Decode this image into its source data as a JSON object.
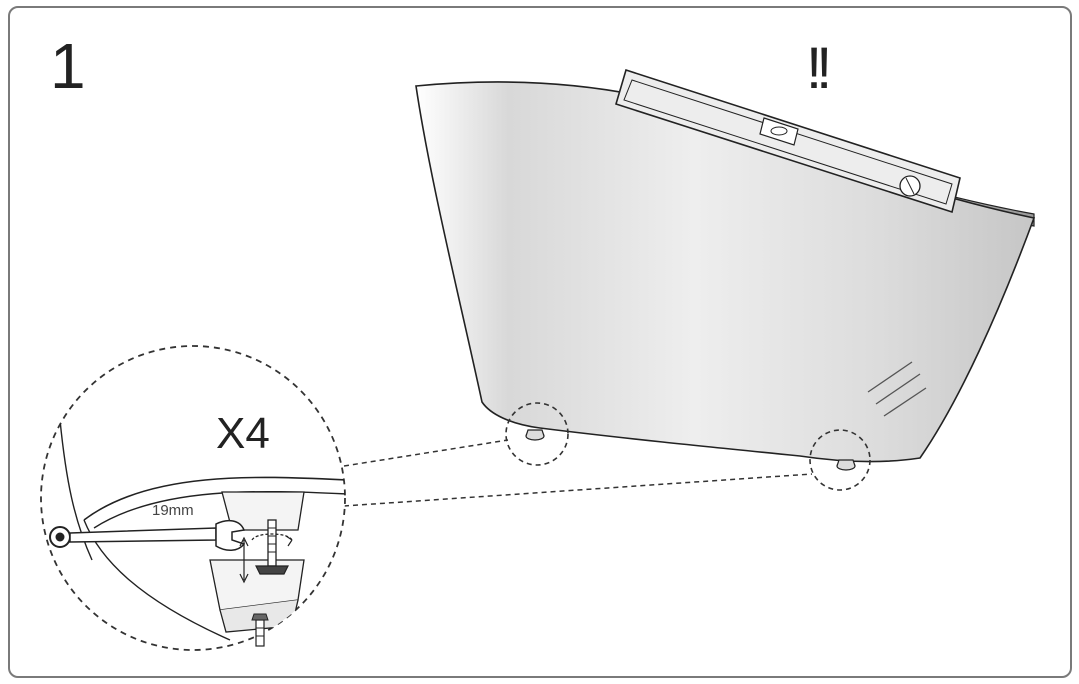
{
  "step": {
    "number": "1",
    "warning": "!!"
  },
  "detail": {
    "quantity": "X4",
    "wrench_size": "19mm"
  },
  "icons": {
    "bathtub": "freestanding-bathtub",
    "level": "spirit-level",
    "wrench": "open-end-wrench",
    "foot": "adjustable-leveling-foot"
  },
  "colors": {
    "line": "#222222",
    "frame": "#7a7a7a"
  }
}
